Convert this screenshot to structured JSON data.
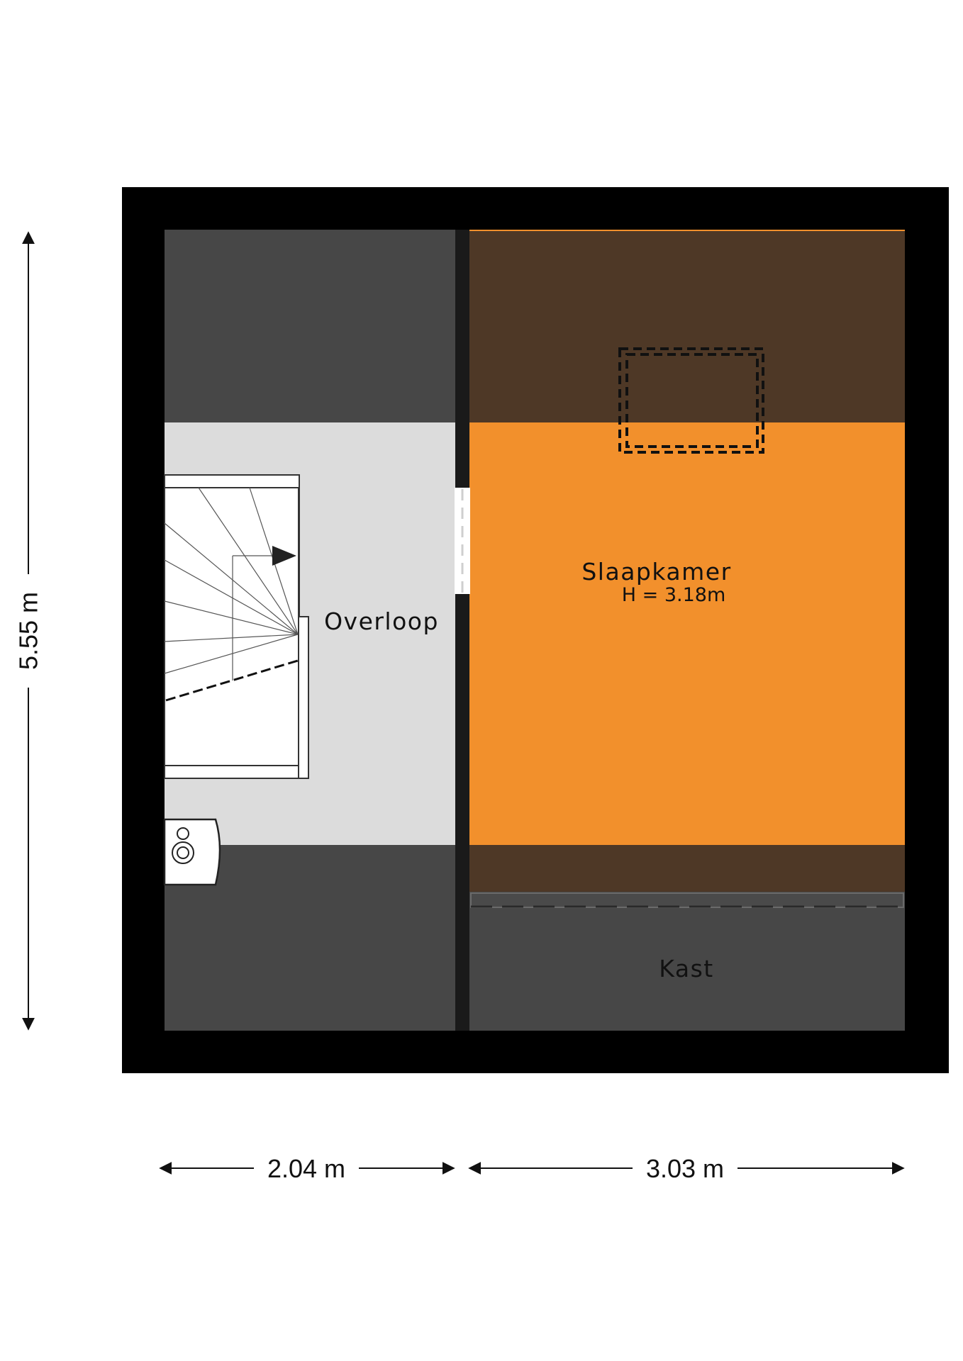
{
  "floorplan": {
    "rooms": {
      "overloop": {
        "label": "Overloop"
      },
      "slaapkamer": {
        "label": "Slaapkamer",
        "height": "H = 3.18m"
      },
      "kast": {
        "label": "Kast"
      }
    },
    "dimensions": {
      "vertical": "5.55 m",
      "left_width": "2.04 m",
      "right_width": "3.03 m"
    },
    "colors": {
      "wall": "#000000",
      "low_ceiling_gray": "#474747",
      "overloop_floor": "#dcdcdc",
      "slaapkamer_floor": "#f2902c",
      "slaapkamer_low": "#4e3826",
      "kast_floor": "#474747",
      "dim_line": "#111111"
    },
    "icons": [
      "staircase-icon",
      "arrow-icon",
      "boiler-icon",
      "skylight-icon",
      "door-icon"
    ]
  }
}
